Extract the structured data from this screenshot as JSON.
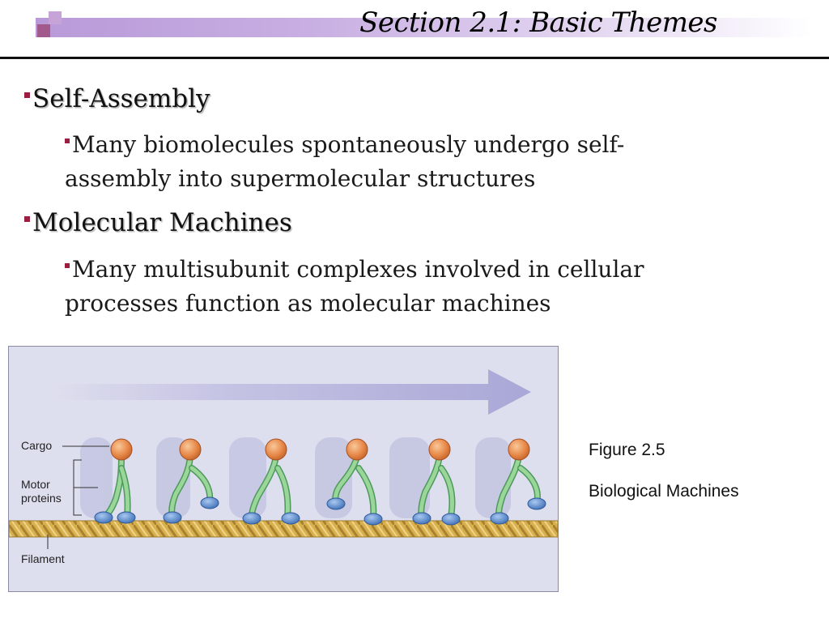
{
  "header": {
    "title": "Section 2.1: Basic Themes"
  },
  "bullets": [
    {
      "heading": "Self-Assembly",
      "lines": [
        "Many biomolecules spontaneously undergo self-",
        "assembly into supermolecular structures"
      ]
    },
    {
      "heading": "Molecular Machines",
      "lines": [
        "Many multisubunit complexes involved in cellular",
        "processes function as molecular machines"
      ]
    }
  ],
  "figure": {
    "labels": {
      "cargo": "Cargo",
      "motor_line1": "Motor",
      "motor_line2": "proteins",
      "filament": "Filament"
    },
    "caption_number": "Figure 2.5",
    "caption_title": "Biological Machines",
    "colors": {
      "background": "#dedfee",
      "arrow": "#a9a7d6",
      "cargo": "#e88a4a",
      "motor": "#8ccf8a",
      "feet": "#5f8fd0",
      "filament": "#d8b04e"
    }
  }
}
